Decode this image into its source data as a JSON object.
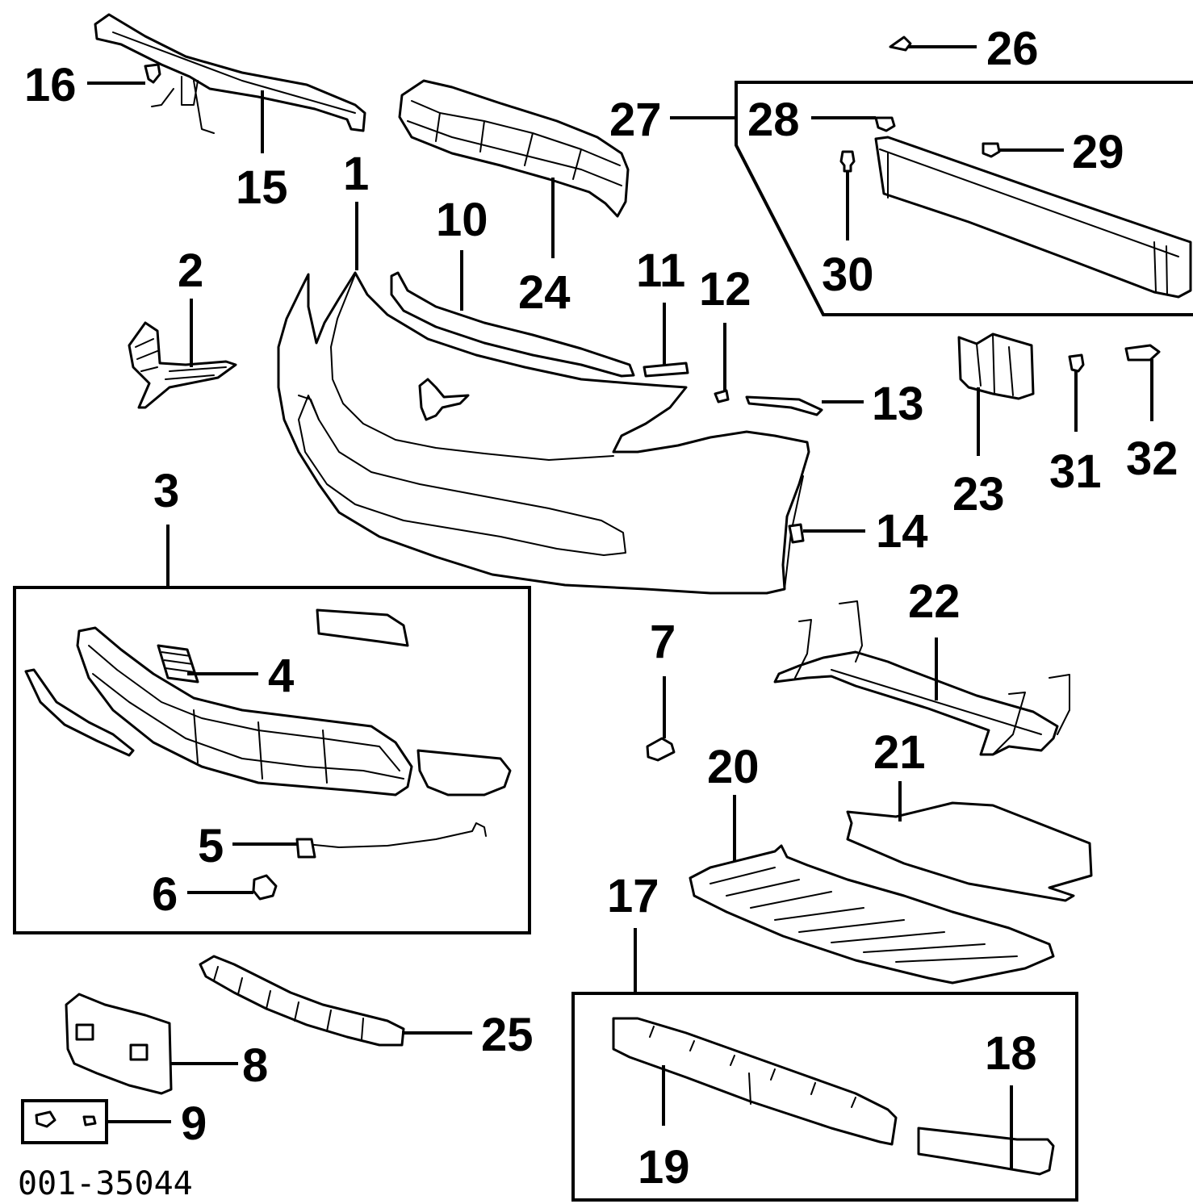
{
  "figure_code": "001-35044",
  "callouts": {
    "c1": "1",
    "c2": "2",
    "c3": "3",
    "c4": "4",
    "c5": "5",
    "c6": "6",
    "c7": "7",
    "c8": "8",
    "c9": "9",
    "c10": "10",
    "c11": "11",
    "c12": "12",
    "c13": "13",
    "c14": "14",
    "c15": "15",
    "c16": "16",
    "c17": "17",
    "c18": "18",
    "c19": "19",
    "c20": "20",
    "c21": "21",
    "c22": "22",
    "c23": "23",
    "c24": "24",
    "c25": "25",
    "c26": "26",
    "c27": "27",
    "c28": "28",
    "c29": "29",
    "c30": "30",
    "c31": "31",
    "c32": "32"
  }
}
